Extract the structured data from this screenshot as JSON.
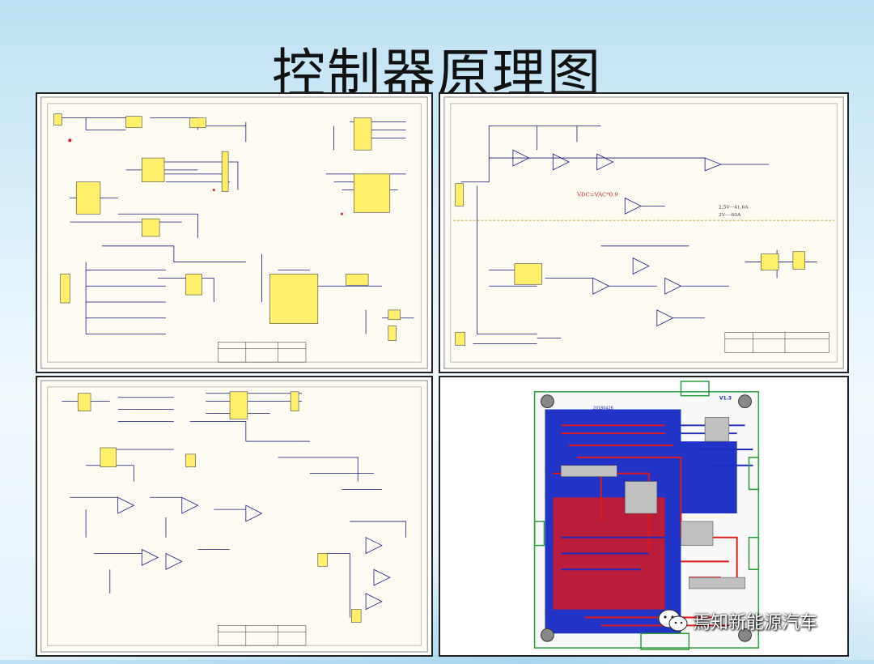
{
  "title": "控制器原理图",
  "panels": [
    {
      "name": "schematic-sheet-1",
      "kind": "schematic"
    },
    {
      "name": "schematic-sheet-2",
      "kind": "schematic",
      "annotations": [
        "VDC=VAC*0.9",
        "2.5V---41.6A",
        "3V----60A"
      ]
    },
    {
      "name": "schematic-sheet-3",
      "kind": "schematic"
    },
    {
      "name": "pcb-layout",
      "kind": "pcb",
      "labels": [
        "V1.3",
        "20180426"
      ]
    }
  ],
  "watermark": {
    "text": "焉知新能源汽车",
    "icon": "wechat-icon"
  },
  "colors": {
    "schematic_bg": "#fdfbf2",
    "wire": "#1a1a7a",
    "component": "#ffef6b",
    "pcb_blue": "#2233c8",
    "pcb_red": "#e01818",
    "pcb_green": "#2c9b3a"
  }
}
